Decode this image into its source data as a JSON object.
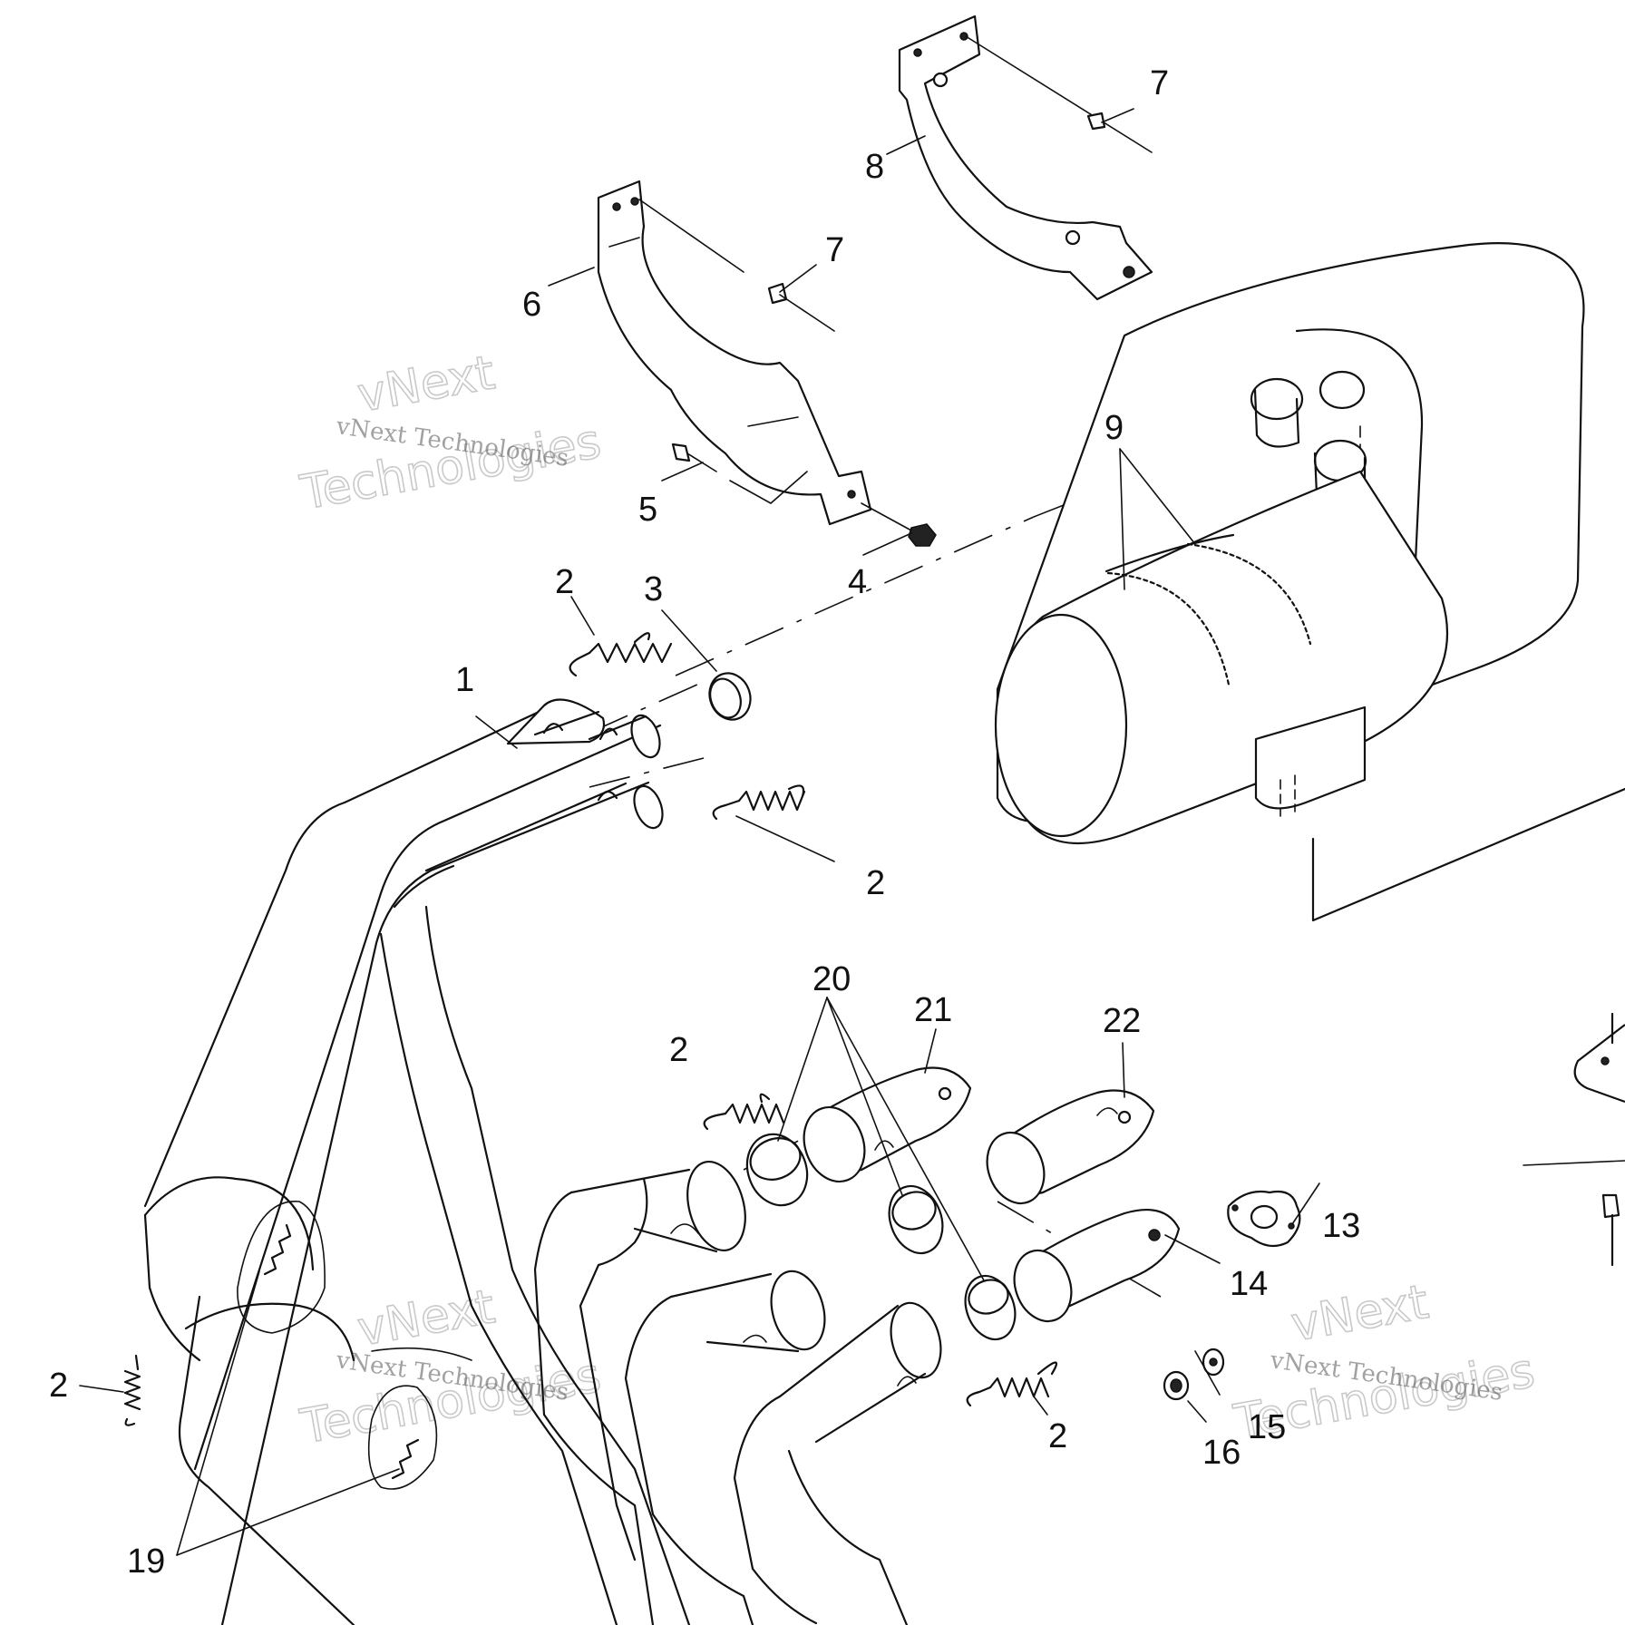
{
  "callouts": {
    "c1": "1",
    "c2a": "2",
    "c2b": "2",
    "c2c": "2",
    "c2d": "2",
    "c2e": "2",
    "c3": "3",
    "c4": "4",
    "c5": "5",
    "c6": "6",
    "c7a": "7",
    "c7b": "7",
    "c8": "8",
    "c9": "9",
    "c13": "13",
    "c14": "14",
    "c15": "15",
    "c16": "16",
    "c19": "19",
    "c20": "20",
    "c21": "21",
    "c22": "22"
  },
  "watermark": {
    "brand_line": "vNext Technologies",
    "big_word_1": "vNext",
    "big_word_2": "Technologies"
  }
}
